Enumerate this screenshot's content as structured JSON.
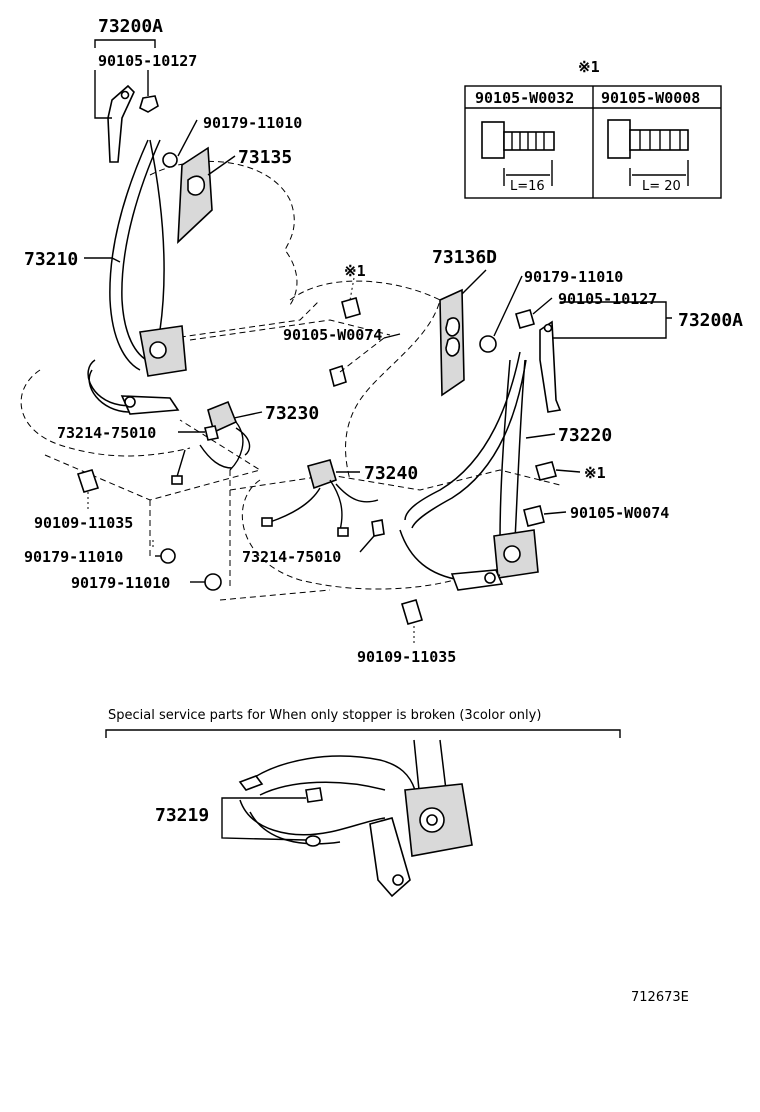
{
  "labels": {
    "l73200A_left": "73200A",
    "l90105_10127_left": "90105-10127",
    "l90179_11010_top": "90179-11010",
    "l73135": "73135",
    "l73210": "73210",
    "l73136D": "73136D",
    "l90179_11010_right": "90179-11010",
    "l90105_10127_right": "90105-10127",
    "l73200A_right": "73200A",
    "note1_top": "※1",
    "note1_mid": "※1",
    "l90105_W0074_left": "90105-W0074",
    "l73230": "73230",
    "l73214_75010_left": "73214-75010",
    "l73220": "73220",
    "l73240": "73240",
    "note1_right": "※1",
    "l90105_W0074_right": "90105-W0074",
    "l90109_11035_left": "90109-11035",
    "l90179_11010_low1": "90179-11010",
    "l73214_75010_mid": "73214-75010",
    "l90179_11010_low2": "90179-11010",
    "l90109_11035_bottom": "90109-11035",
    "l73219": "73219"
  },
  "bolt_table": {
    "header_note": "※1",
    "col1": "90105-W0032",
    "col2": "90105-W0008",
    "len1": "L=16",
    "len2": "L= 20"
  },
  "service_note": "Special service parts for When only stopper is broken (3color only)",
  "diagram_code": "712673E"
}
